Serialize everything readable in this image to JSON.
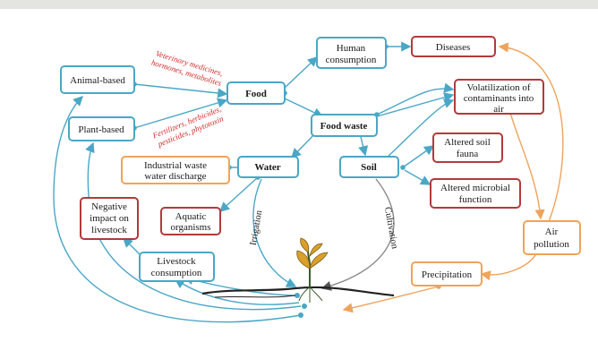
{
  "colors": {
    "blue": "#4aa7c6",
    "orange": "#f0a35a",
    "red": "#b23a3a",
    "note_red": "#d12a2a",
    "plant_green": "#3b5b2a",
    "plant_gold": "#d9a12b"
  },
  "nodes": {
    "animal_based": "Animal-based",
    "plant_based": "Plant-based",
    "food": "Food",
    "human_consumption": [
      "Human",
      "consumption"
    ],
    "diseases": "Diseases",
    "food_waste": "Food waste",
    "volatilization": [
      "Volatilization of",
      "contaminants into",
      "air"
    ],
    "industrial_waste": [
      "Industrial waste",
      "water discharge"
    ],
    "water": "Water",
    "soil": "Soil",
    "altered_soil_fauna": [
      "Altered soil",
      "fauna"
    ],
    "altered_microbial": [
      "Altered microbial",
      "function"
    ],
    "negative_impact": [
      "Negative",
      "impact on",
      "livestock"
    ],
    "aquatic": [
      "Aquatic",
      "organisms"
    ],
    "livestock_consumption": [
      "Livestock",
      "consumption"
    ],
    "air_pollution": [
      "Air",
      "pollution"
    ],
    "precipitation": "Precipitation"
  },
  "notes": {
    "animal_note": [
      "Veterinary medicines,",
      "hormones, metabolites"
    ],
    "plant_note": [
      "Fertilizers, herbicides,",
      "pesticides, phytotoxin"
    ]
  },
  "curve_labels": {
    "irrigation": "Irrigation",
    "cultivation": "Cultivation"
  }
}
